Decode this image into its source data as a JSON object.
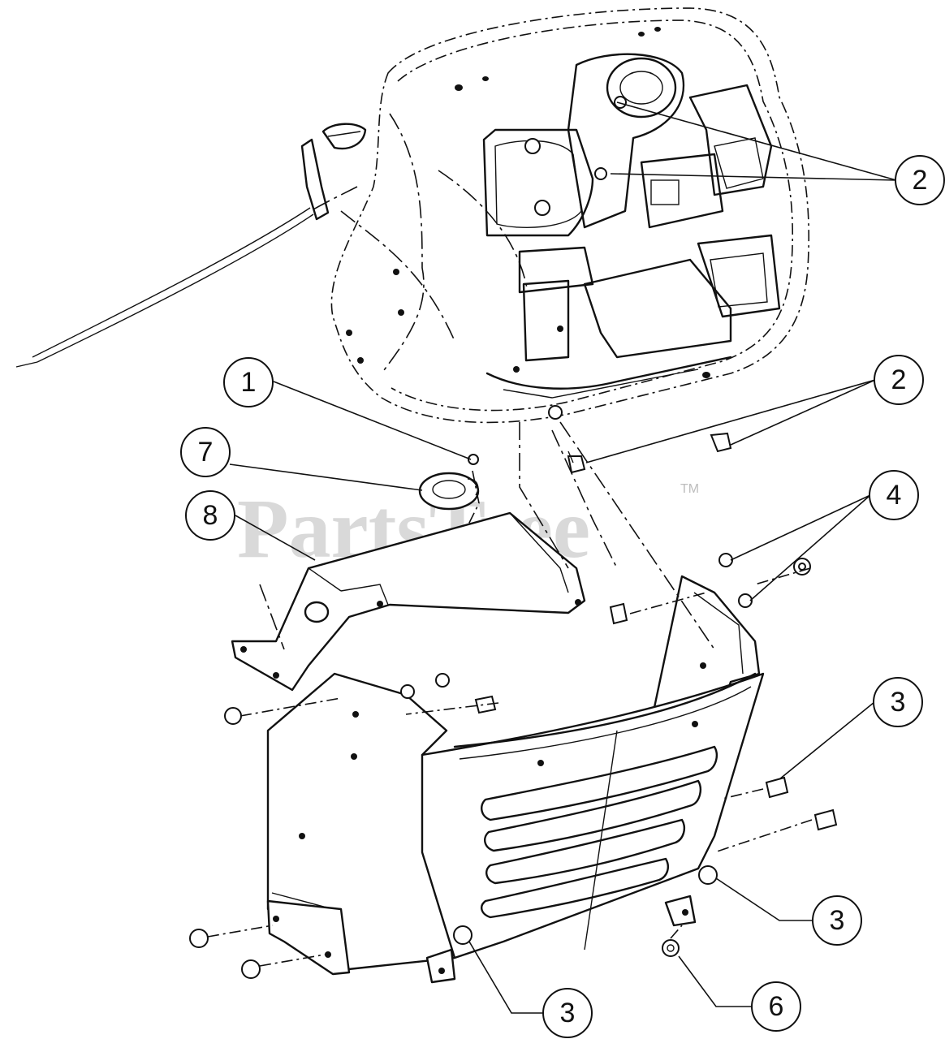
{
  "watermark": {
    "text": "PartsTree",
    "trademark": "TM"
  },
  "callouts": [
    {
      "id": "c1",
      "label": "1"
    },
    {
      "id": "c2a",
      "label": "2"
    },
    {
      "id": "c2b",
      "label": "2"
    },
    {
      "id": "c3a",
      "label": "3"
    },
    {
      "id": "c3b",
      "label": "3"
    },
    {
      "id": "c3c",
      "label": "3"
    },
    {
      "id": "c4",
      "label": "4"
    },
    {
      "id": "c6",
      "label": "6"
    },
    {
      "id": "c7",
      "label": "7"
    },
    {
      "id": "c8",
      "label": "8"
    }
  ],
  "colors": {
    "line": "#111111",
    "watermark": "#d9d9d9",
    "background": "#ffffff"
  }
}
